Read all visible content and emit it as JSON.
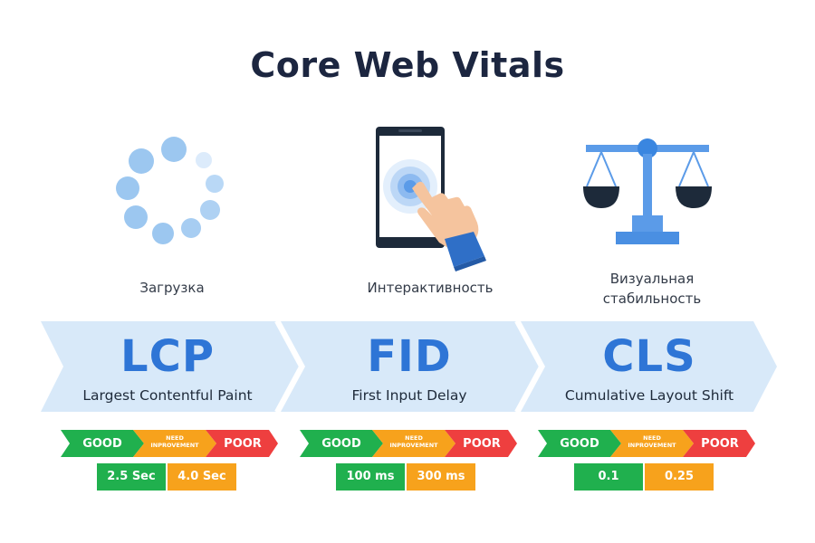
{
  "title": "Core Web Vitals",
  "colors": {
    "good": "#20b04e",
    "need_improvement": "#f7a21c",
    "poor": "#ee3f3f",
    "metric_text": "#2e75d6",
    "arrow_fill": "#d8e9f9",
    "icon_blue": "#5b9be8"
  },
  "icons": [
    {
      "name": "loading-spinner-icon",
      "label": "Загрузка"
    },
    {
      "name": "tap-phone-icon",
      "label": "Интерактивность"
    },
    {
      "name": "balance-scale-icon",
      "label_line1": "Визуальная",
      "label_line2": "стабильность"
    }
  ],
  "metrics": [
    {
      "abbr": "LCP",
      "name": "Largest Contentful Paint",
      "scale": {
        "good": "GOOD",
        "need_line1": "NEED",
        "need_line2": "INPROVEMENT",
        "poor": "POOR"
      },
      "thresholds": [
        "2.5 Sec",
        "4.0 Sec"
      ]
    },
    {
      "abbr": "FID",
      "name": "First Input Delay",
      "scale": {
        "good": "GOOD",
        "need_line1": "NEED",
        "need_line2": "INPROVEMENT",
        "poor": "POOR"
      },
      "thresholds": [
        "100 ms",
        "300 ms"
      ]
    },
    {
      "abbr": "CLS",
      "name": "Cumulative Layout Shift",
      "scale": {
        "good": "GOOD",
        "need_line1": "NEED",
        "need_line2": "INPROVEMENT",
        "poor": "POOR"
      },
      "thresholds": [
        "0.1",
        "0.25"
      ]
    }
  ]
}
